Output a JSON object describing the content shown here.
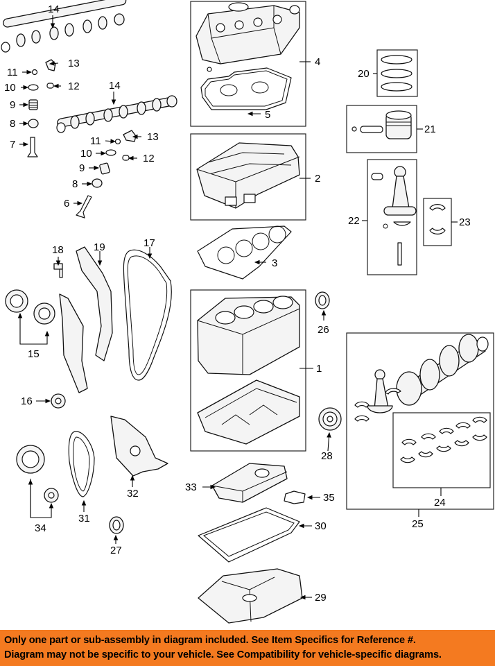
{
  "callouts": {
    "c1": "1",
    "c2": "2",
    "c3": "3",
    "c4": "4",
    "c5": "5",
    "c6": "6",
    "c7": "7",
    "c8a": "8",
    "c8b": "8",
    "c9a": "9",
    "c9b": "9",
    "c10a": "10",
    "c10b": "10",
    "c11a": "11",
    "c11b": "11",
    "c12a": "12",
    "c12b": "12",
    "c13a": "13",
    "c13b": "13",
    "c14a": "14",
    "c14b": "14",
    "c15": "15",
    "c16": "16",
    "c17": "17",
    "c18": "18",
    "c19": "19",
    "c20": "20",
    "c21": "21",
    "c22": "22",
    "c23": "23",
    "c24": "24",
    "c25": "25",
    "c26": "26",
    "c27": "27",
    "c28": "28",
    "c29": "29",
    "c30": "30",
    "c31": "31",
    "c32": "32",
    "c33": "33",
    "c34": "34",
    "c35": "35"
  },
  "notice": {
    "line1": "Only one part or sub-assembly in diagram included. See Item Specifics for Reference #.",
    "line2": "Diagram may not be specific to your vehicle. See Compatibility for vehicle-specific diagrams."
  },
  "colors": {
    "banner": "#f47a20",
    "ink": "#000000",
    "paper": "#ffffff"
  }
}
